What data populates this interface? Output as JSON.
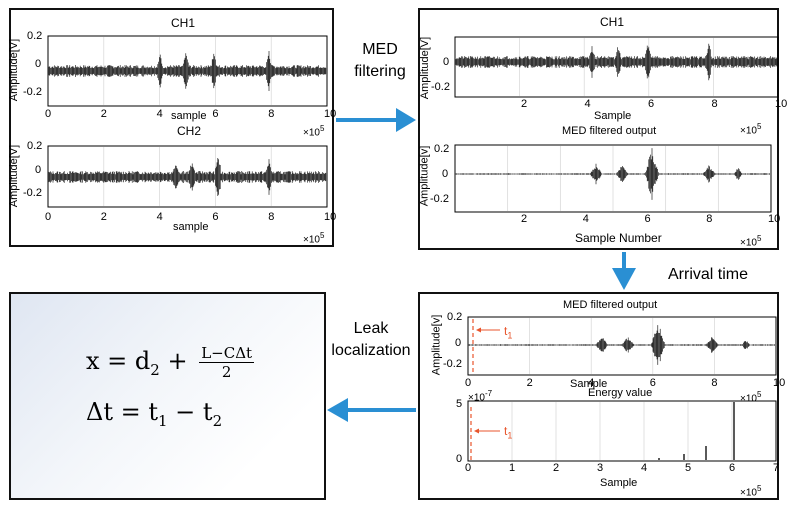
{
  "panels": {
    "raw": {
      "ch1_title": "CH1",
      "ch2_title": "CH2",
      "ylabel": "Amplitude[V]",
      "xlabel": "sample",
      "xticks": [
        "0",
        "2",
        "4",
        "6",
        "8",
        "10"
      ],
      "yticks": [
        "0.2",
        "0",
        "-0.2"
      ],
      "ch2_yticks": [
        "0.2",
        "0",
        "-0.2"
      ],
      "exp_base": "×10",
      "exp_power": "5"
    },
    "med": {
      "ch1_title": "CH1",
      "ch1_xlabel": "Sample",
      "ylabel_top": "Amplitude[V]",
      "xticks": [
        "2",
        "4",
        "6",
        "8",
        "10"
      ],
      "yticks": [
        "0",
        "-0.2"
      ],
      "filtered_title": "MED filtered output",
      "ylabel_bottom": "Amplitude[v]",
      "filtered_yticks": [
        "0.2",
        "0",
        "-0.2"
      ],
      "filtered_xlabel": "Sample Number",
      "exp_base": "×10",
      "exp_power": "5"
    },
    "arrival": {
      "title": "MED filtered output",
      "ylabel": "Amplitude[v]",
      "yticks": [
        "0.2",
        "0",
        "-0.2"
      ],
      "xticks": [
        "0",
        "2",
        "4",
        "6",
        "8",
        "10"
      ],
      "xlabel_top": "Sample",
      "t1_label": "t",
      "t1_sub": "1",
      "energy_title": "Energy value",
      "energy_yexp_base": "×10",
      "energy_yexp_power": "-7",
      "energy_yticks": [
        "5",
        "0"
      ],
      "energy_xticks": [
        "0",
        "1",
        "2",
        "3",
        "4",
        "5",
        "6",
        "7"
      ],
      "energy_xlabel": "Sample",
      "exp_base": "×10",
      "exp_power": "5"
    }
  },
  "flow": {
    "med_filtering": [
      "MED",
      "filtering"
    ],
    "arrival_time": "Arrival time",
    "leak_localization": [
      "Leak",
      "localization"
    ]
  },
  "formula": {
    "line1_lhs": "x = d",
    "line1_sub": "2",
    "line1_plus": "+",
    "frac_num": "L−CΔt",
    "frac_den": "2",
    "line2": "Δt = t",
    "line2_sub1": "1",
    "line2_minus": " − t",
    "line2_sub2": "2"
  },
  "colors": {
    "arrow": "#2a8fd3",
    "marker": "#e8552c",
    "signal": "#000000",
    "grid": "#d5d5d5"
  }
}
